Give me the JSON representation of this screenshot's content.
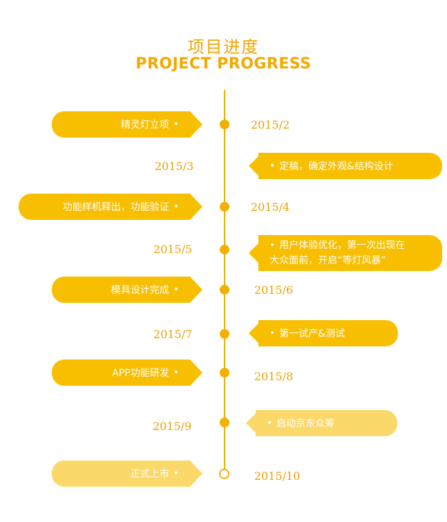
{
  "header": {
    "title_cn": "项目进度",
    "title_en": "PROJECT PROGRESS"
  },
  "colors": {
    "accent": "#f3b000",
    "bubble": "#f8bf00",
    "bubble_pale": "#fbd86a",
    "date_text": "#e8a200"
  },
  "milestones": [
    {
      "date": "2015/2",
      "text": "精灵灯立项",
      "side": "left"
    },
    {
      "date": "2015/3",
      "text": "定稿，确定外观&结构设计",
      "side": "right"
    },
    {
      "date": "2015/4",
      "text": "功能样机释出，功能验证",
      "side": "left"
    },
    {
      "date": "2015/5",
      "text": "用户体验优化，第一次出现在",
      "text2": "大众面前，开启“等灯风暴”",
      "side": "right"
    },
    {
      "date": "2015/6",
      "text": "模具设计完成",
      "side": "left"
    },
    {
      "date": "2015/7",
      "text": "第一试产&测试",
      "side": "right"
    },
    {
      "date": "2015/8",
      "text": "APP功能研发",
      "side": "left"
    },
    {
      "date": "2015/9",
      "text": "启动京东众筹",
      "side": "right"
    },
    {
      "date": "2015/10",
      "text": "正式上市",
      "side": "left"
    }
  ],
  "bullet": "•"
}
